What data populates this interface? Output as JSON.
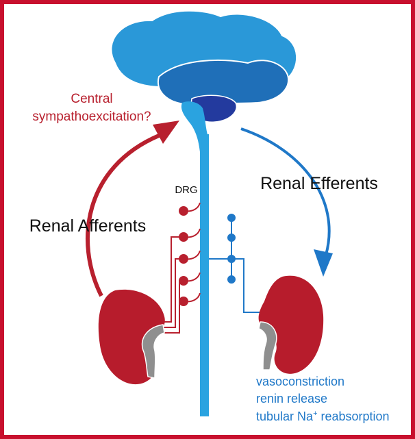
{
  "labels": {
    "central_line1": "Central",
    "central_line2": "sympathoexcitation?",
    "renal_afferents": "Renal Afferents",
    "renal_efferents": "Renal Efferents",
    "drg": "DRG",
    "effect_vasoconstriction": "vasoconstriction",
    "effect_renin": "renin release",
    "effect_tubular_pre": "tubular Na",
    "effect_tubular_sup": "+",
    "effect_tubular_post": " reabsorption"
  },
  "colors": {
    "frame": "#c8102e",
    "afferent_red": "#b8202e",
    "kidney_red": "#b71c2c",
    "efferent_blue": "#1f78c8",
    "spinal_cord": "#2aa3e0",
    "brain_upper": "#2a98d8",
    "brain_lower": "#1f6fb8",
    "cerebellum": "#233a9e",
    "ureter_gray": "#8f8f8f"
  }
}
